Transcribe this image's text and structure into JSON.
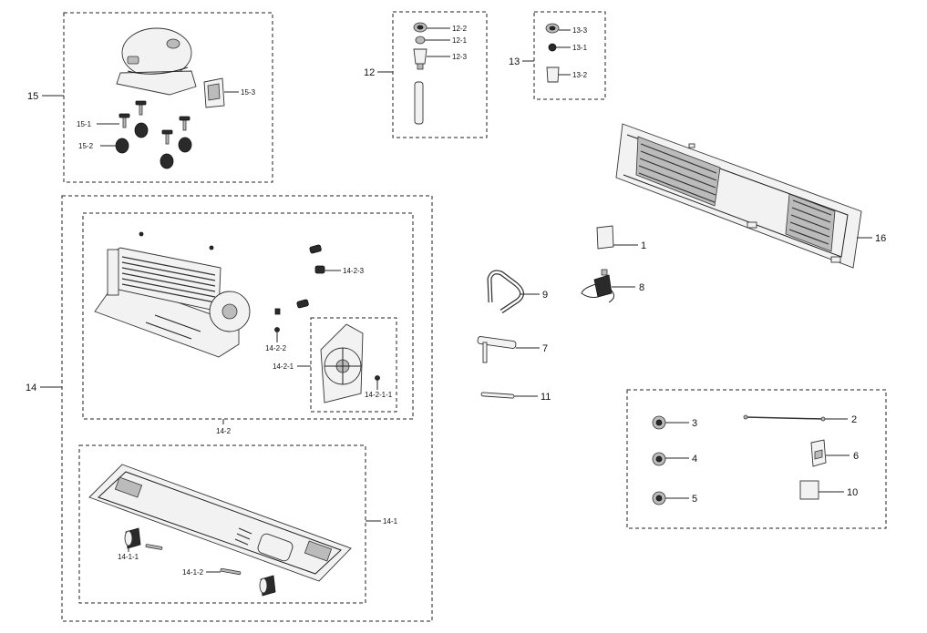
{
  "labels": {
    "l1": "1",
    "l2": "2",
    "l3": "3",
    "l4": "4",
    "l5": "5",
    "l6": "6",
    "l7": "7",
    "l8": "8",
    "l9": "9",
    "l10": "10",
    "l11": "11",
    "l12": "12",
    "l12_1": "12-1",
    "l12_2": "12-2",
    "l12_3": "12-3",
    "l13": "13",
    "l13_1": "13-1",
    "l13_2": "13-2",
    "l13_3": "13-3",
    "l14": "14",
    "l14_1": "14-1",
    "l14_1_1": "14-1-1",
    "l14_1_2": "14-1-2",
    "l14_2": "14-2",
    "l14_2_1": "14-2-1",
    "l14_2_1_1": "14-2-1-1",
    "l14_2_2": "14-2-2",
    "l14_2_3": "14-2-3",
    "l15": "15",
    "l15_1": "15-1",
    "l15_2": "15-2",
    "l15_3": "15-3",
    "l16": "16"
  }
}
